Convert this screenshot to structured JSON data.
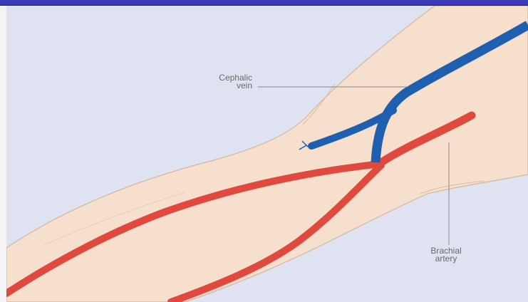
{
  "labels": {
    "cephalic_line1": "Cephalic",
    "cephalic_line2": "vein",
    "brachial_line1": "Brachial",
    "brachial_line2": "artery"
  },
  "colors": {
    "background": "#dfe3f1",
    "skin": "#f6dfcc",
    "skin_outline": "#d2b6a0",
    "vein": "#1f5fb0",
    "artery": "#e0493e",
    "header_bar": "#3c3cb8",
    "label_text": "#6a6a6a"
  }
}
